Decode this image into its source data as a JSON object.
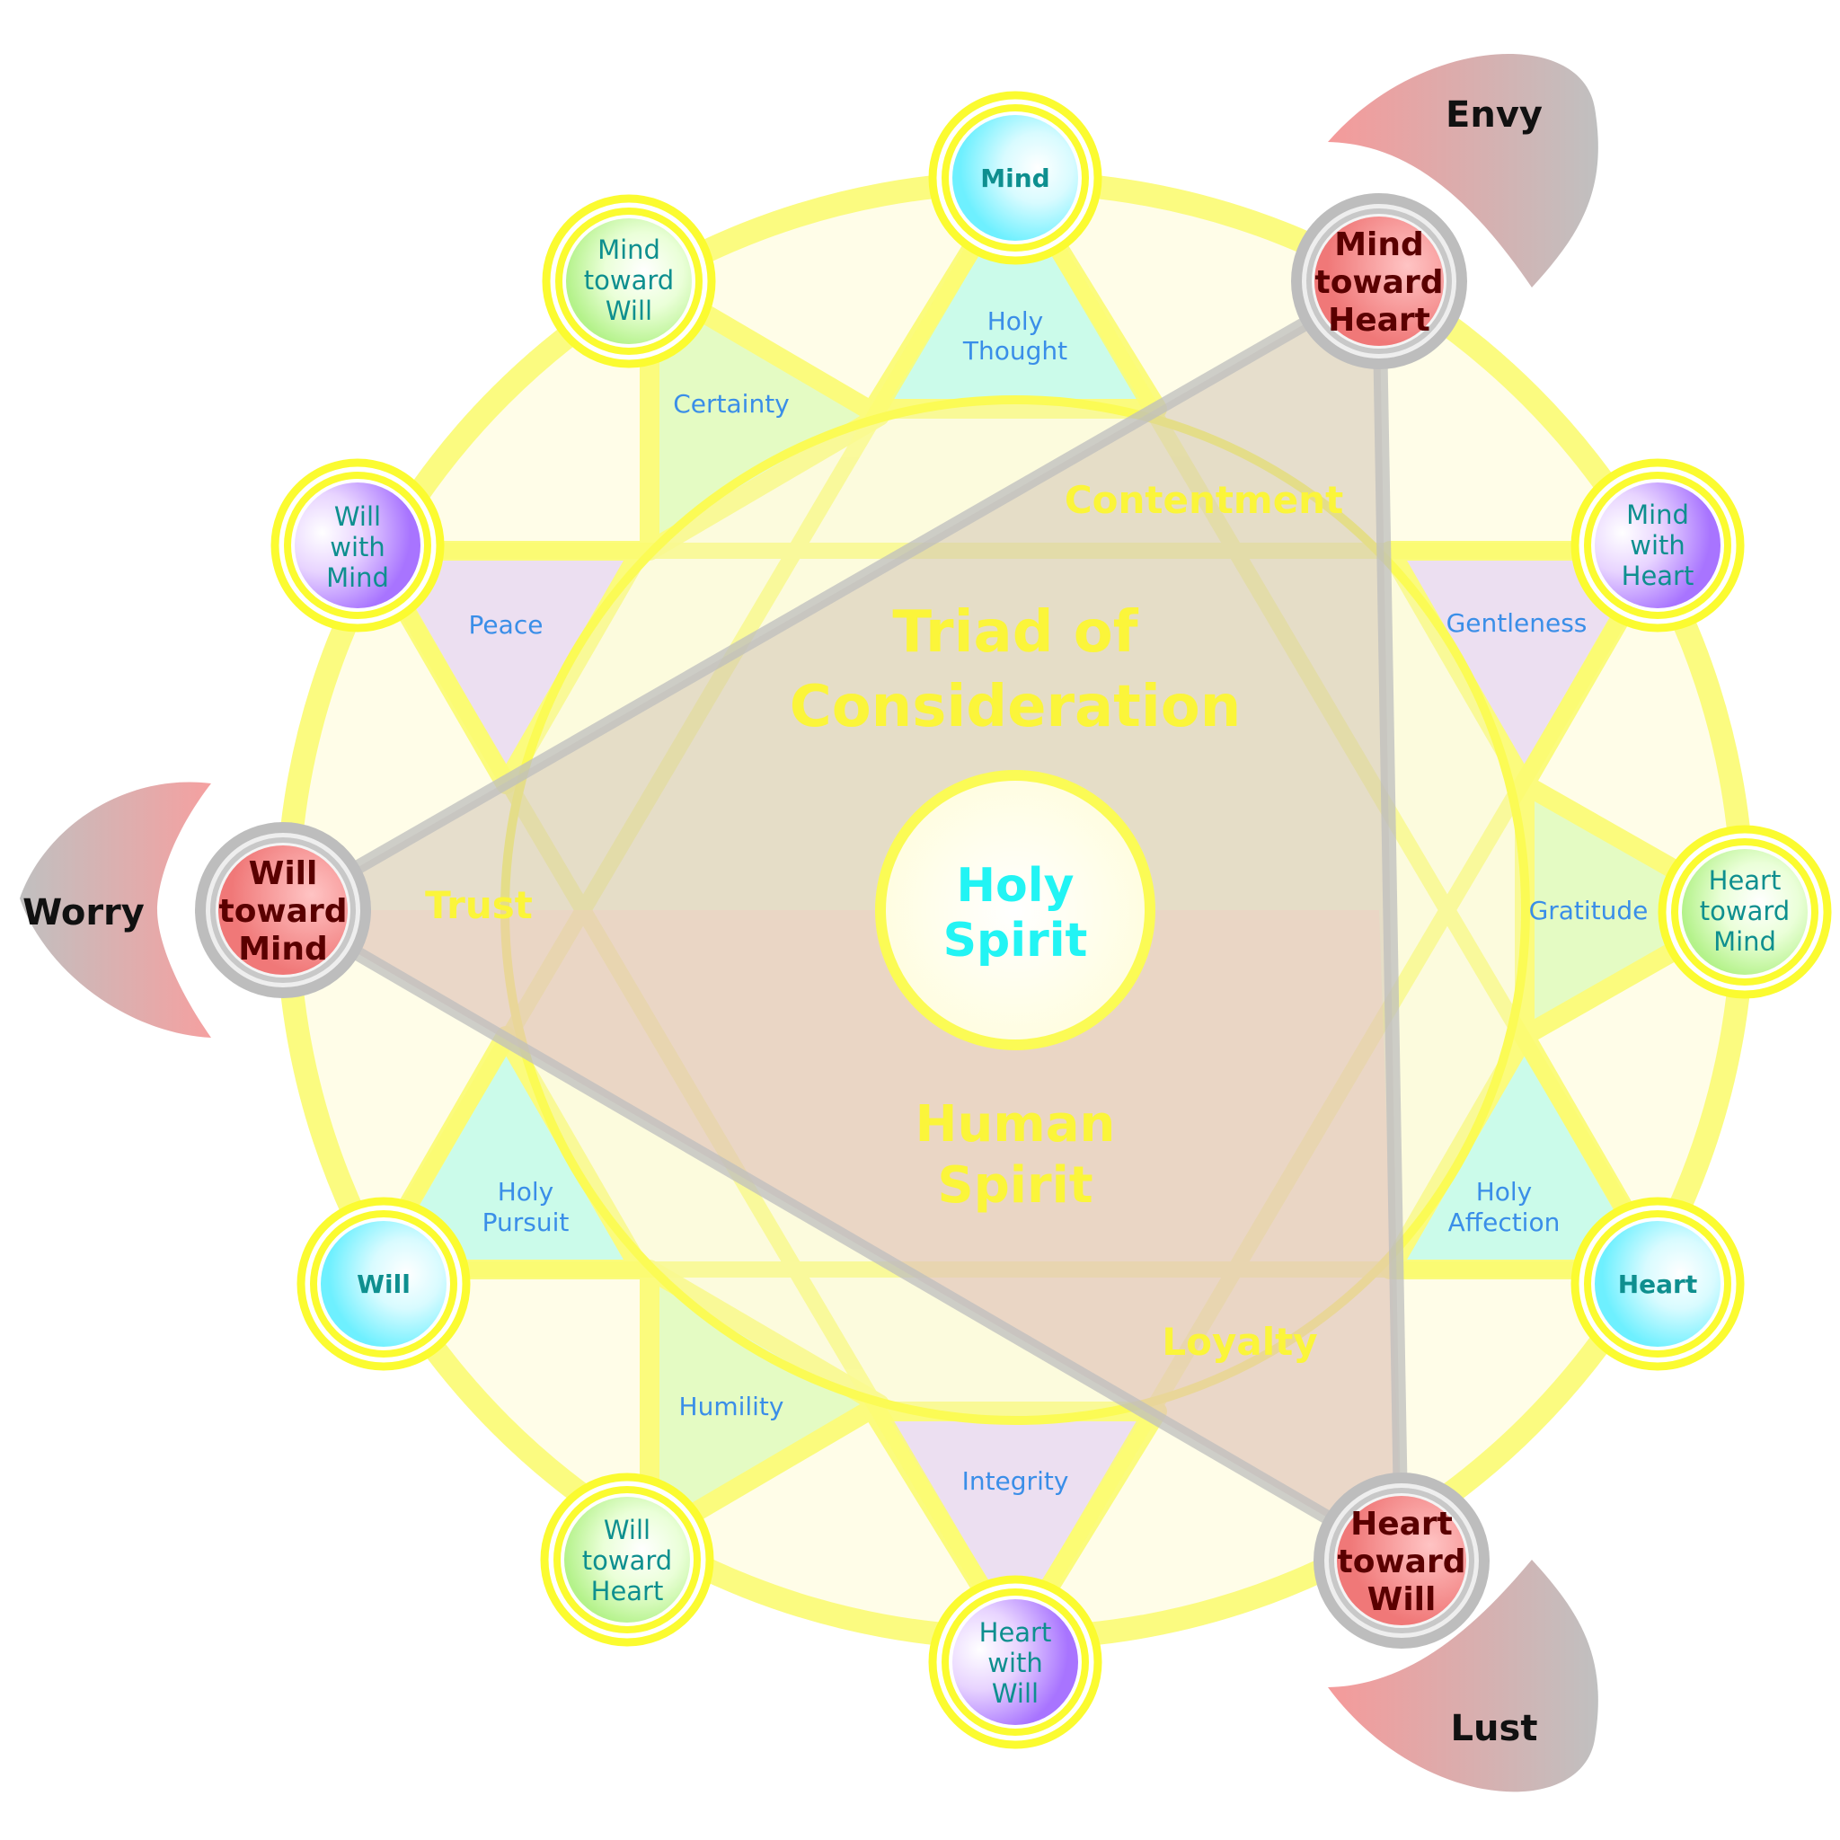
{
  "center": {
    "line1": "Holy",
    "line2": "Spirit"
  },
  "triad": {
    "line1": "Triad of",
    "line2": "Consideration"
  },
  "human_spirit": {
    "line1": "Human",
    "line2": "Spirit"
  },
  "nodes": {
    "mind": [
      "Mind"
    ],
    "mind_toward_will": [
      "Mind",
      "toward",
      "Will"
    ],
    "will_with_mind": [
      "Will",
      "with",
      "Mind"
    ],
    "will": [
      "Will"
    ],
    "will_toward_heart": [
      "Will",
      "toward",
      "Heart"
    ],
    "heart_with_will": [
      "Heart",
      "with",
      "Will"
    ],
    "heart": [
      "Heart"
    ],
    "heart_toward_mind": [
      "Heart",
      "toward",
      "Mind"
    ],
    "mind_with_heart": [
      "Mind",
      "with",
      "Heart"
    ],
    "mind_toward_heart": [
      "Mind",
      "toward",
      "Heart"
    ],
    "will_toward_mind": [
      "Will",
      "toward",
      "Mind"
    ],
    "heart_toward_will": [
      "Heart",
      "toward",
      "Will"
    ]
  },
  "virtues": {
    "holy_thought": [
      "Holy",
      "Thought"
    ],
    "certainty": [
      "Certainty"
    ],
    "peace": [
      "Peace"
    ],
    "holy_pursuit": [
      "Holy",
      "Pursuit"
    ],
    "humility": [
      "Humility"
    ],
    "integrity": [
      "Integrity"
    ],
    "holy_affection": [
      "Holy",
      "Affection"
    ],
    "gratitude": [
      "Gratitude"
    ],
    "gentleness": [
      "Gentleness"
    ]
  },
  "triad_virtues": {
    "contentment": "Contentment",
    "trust": "Trust",
    "loyalty": "Loyalty"
  },
  "vices": {
    "envy": "Envy",
    "worry": "Worry",
    "lust": "Lust"
  }
}
